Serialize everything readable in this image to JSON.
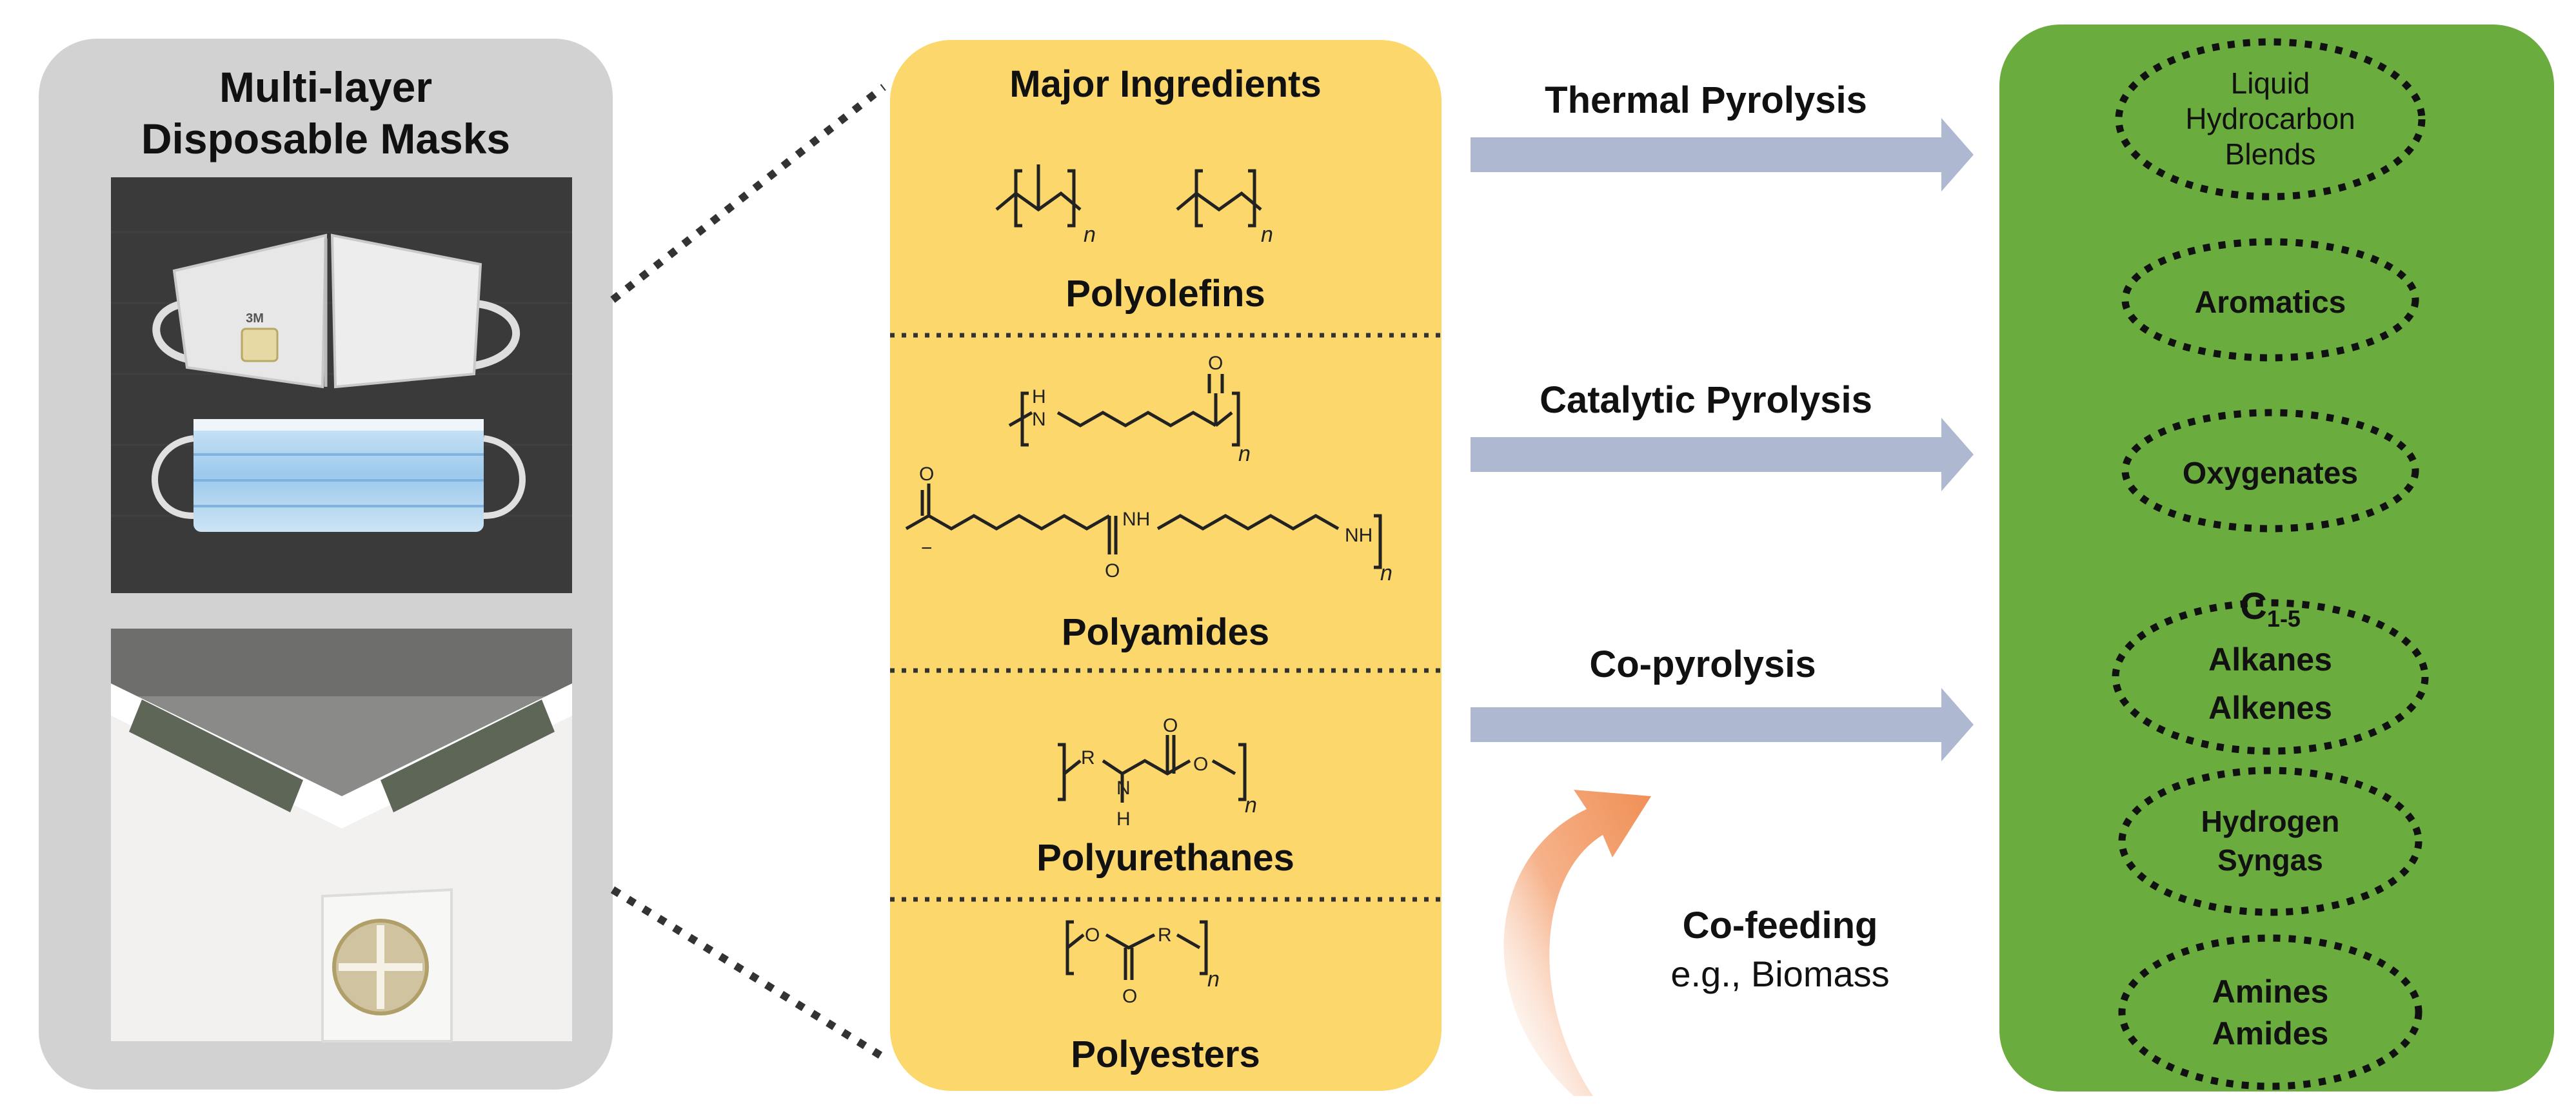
{
  "masks": {
    "title_line1": "Multi-layer",
    "title_line2": "Disposable Masks",
    "photo_top_brand": "3M"
  },
  "ingredients": {
    "header": "Major Ingredients",
    "sections": [
      {
        "name": "Polyolefins"
      },
      {
        "name": "Polyamides"
      },
      {
        "name": "Polyurethanes"
      },
      {
        "name": "Polyesters"
      }
    ],
    "chem_labels": {
      "n": "n",
      "H": "H",
      "O": "O",
      "NH": "NH",
      "R": "R",
      "minus": "−"
    }
  },
  "processes": {
    "thermal": "Thermal Pyrolysis",
    "catalytic": "Catalytic Pyrolysis",
    "copyrolysis": "Co-pyrolysis",
    "cofeeding": "Co-feeding",
    "cofeeding_example": "e.g., Biomass"
  },
  "products": [
    {
      "lines": [
        "Liquid",
        "Hydrocarbon",
        "Blends"
      ]
    },
    {
      "lines": [
        "Aromatics"
      ]
    },
    {
      "lines": [
        "Oxygenates"
      ]
    },
    {
      "c_base": "C",
      "c_sub": "1-5",
      "lines": [
        "Alkanes",
        "Alkenes"
      ]
    },
    {
      "lines": [
        "Hydrogen",
        "Syngas"
      ]
    },
    {
      "lines": [
        "Amines",
        "Amides"
      ]
    }
  ],
  "colors": {
    "mask_panel": "#d2d2d2",
    "ingredient_panel": "#fbd76c",
    "product_panel": "#6aac3d",
    "arrow": "#aeb8d0",
    "cofeed_arrow": "#f4a77a",
    "dots": "#333333"
  }
}
